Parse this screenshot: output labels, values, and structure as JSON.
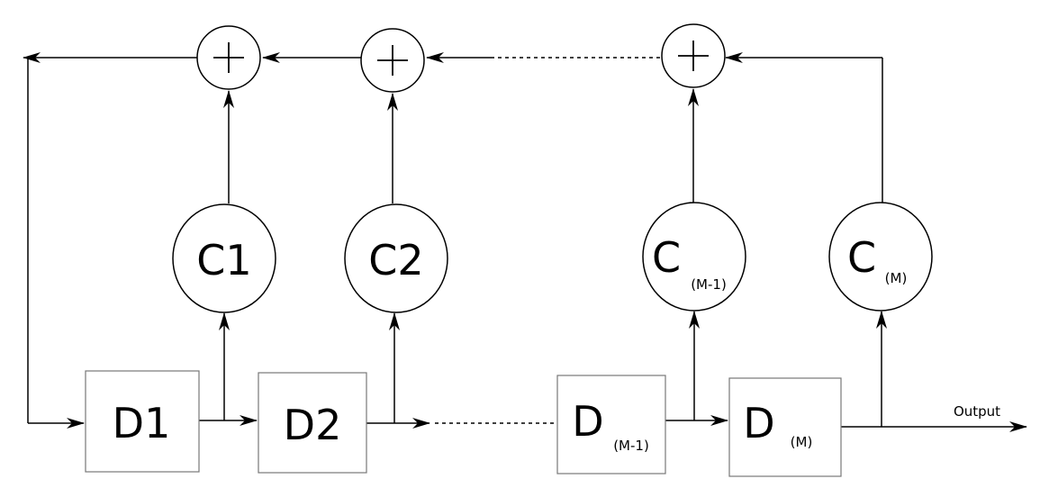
{
  "diagram": {
    "delays": [
      {
        "main": "D1",
        "sub": ""
      },
      {
        "main": "D2",
        "sub": ""
      },
      {
        "main": "D",
        "sub": "(M-1)"
      },
      {
        "main": "D",
        "sub": "(M)"
      }
    ],
    "coefficients": [
      {
        "main": "C1",
        "sub": ""
      },
      {
        "main": "C2",
        "sub": ""
      },
      {
        "main": "C",
        "sub": "(M-1)"
      },
      {
        "main": "C",
        "sub": "(M)"
      }
    ],
    "output_label": "Output",
    "adder_symbol": "+"
  }
}
